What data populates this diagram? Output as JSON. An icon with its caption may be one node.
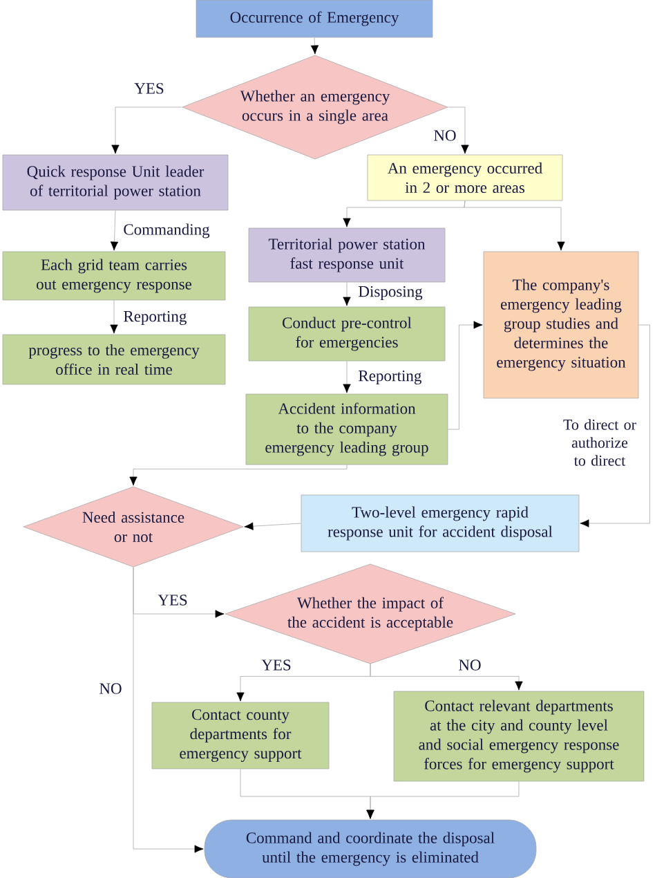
{
  "diagram": {
    "nodes": [
      {
        "text": [
          "Occurrence of Emergency"
        ]
      },
      {
        "text": [
          "Whether an emergency occurs in a single area"
        ]
      },
      {
        "text": [
          "Quick response Unit leader of territorial power station"
        ]
      },
      {
        "text": [
          "An emergency occurred in 2 or more areas"
        ]
      },
      {
        "text": [
          "Each grid team carries out emergency response"
        ]
      },
      {
        "text": [
          "progress to the emergency office in real time"
        ]
      },
      {
        "text": [
          "Territorial power station fast response unit"
        ]
      },
      {
        "text": [
          "The company's emergency leading group studies and determines the emergency situation"
        ]
      },
      {
        "text": [
          "Conduct pre-control for emergencies"
        ]
      },
      {
        "text": [
          "Accident information to the company emergency leading group"
        ]
      },
      {
        "text": [
          "Two-level emergency rapid response unit for accident disposal"
        ]
      },
      {
        "text": [
          "Need assistance or not"
        ]
      },
      {
        "text": [
          "Whether the impact of the accident is acceptable"
        ]
      },
      {
        "text": [
          "Contact county departments for emergency support"
        ]
      },
      {
        "text": [
          "Contact relevant departments at the city and county level and social emergency response forces for emergency support"
        ]
      },
      {
        "text": [
          "Command and coordinate the disposal until the emergency is eliminated"
        ]
      }
    ],
    "edges": [
      {
        "from": 0,
        "to": 1,
        "arrow": "to"
      },
      {
        "from": 1,
        "to": 2,
        "arrow": "to",
        "label": "YES"
      },
      {
        "from": 1,
        "to": 3,
        "arrow": "to",
        "label": "NO"
      },
      {
        "from": 2,
        "to": 4,
        "arrow": "to",
        "label": "Commanding"
      },
      {
        "from": 4,
        "to": 5,
        "arrow": "to",
        "label": "Reporting"
      },
      {
        "from": 3,
        "to": 6,
        "arrow": "to"
      },
      {
        "from": 3,
        "to": 7,
        "arrow": "to"
      },
      {
        "from": 6,
        "to": 8,
        "arrow": "to",
        "label": "Disposing"
      },
      {
        "from": 8,
        "to": 9,
        "arrow": "to",
        "label": "Reporting"
      },
      {
        "from": 9,
        "to": 7,
        "arrow": "to"
      },
      {
        "from": 7,
        "to": 10,
        "arrow": "to",
        "label": "To direct or authorize to direct"
      },
      {
        "from": 10,
        "to": 11,
        "arrow": "to"
      },
      {
        "from": 9,
        "to": 11,
        "arrow": "to"
      },
      {
        "from": 11,
        "to": 12,
        "arrow": "to",
        "label": "YES"
      },
      {
        "from": 11,
        "to": 15,
        "arrow": "to",
        "label": "NO"
      },
      {
        "from": 12,
        "to": 13,
        "arrow": "to",
        "label": "YES"
      },
      {
        "from": 12,
        "to": 14,
        "arrow": "to",
        "label": "NO"
      },
      {
        "from": 13,
        "to": 15,
        "arrow": "to"
      },
      {
        "from": 14,
        "to": 15,
        "arrow": "to"
      }
    ]
  }
}
